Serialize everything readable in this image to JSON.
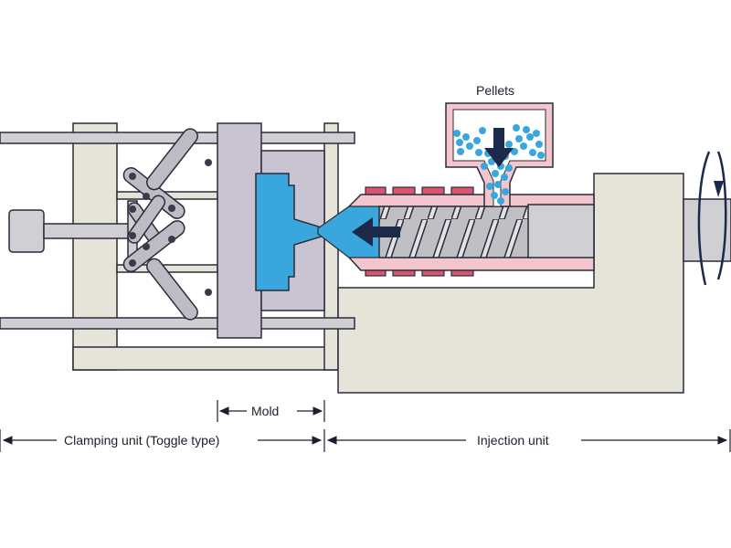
{
  "labels": {
    "pellets": "Pellets",
    "mold": "Mold",
    "clamping_unit": "Clamping unit (Toggle type)",
    "injection_unit": "Injection unit"
  },
  "colors": {
    "frame": "#e6e3d8",
    "frame_stroke": "#2b2b3a",
    "mold_plate": "#c9c3d2",
    "mold_cavity": "#3aa6de",
    "melt": "#3aa6de",
    "barrel": "#f2c6cc",
    "heater": "#d9566e",
    "screw": "#c8c8c8",
    "pellet": "#3aa6de",
    "arrow": "#1b2a4a",
    "tie_rod": "#d0d0d4"
  }
}
